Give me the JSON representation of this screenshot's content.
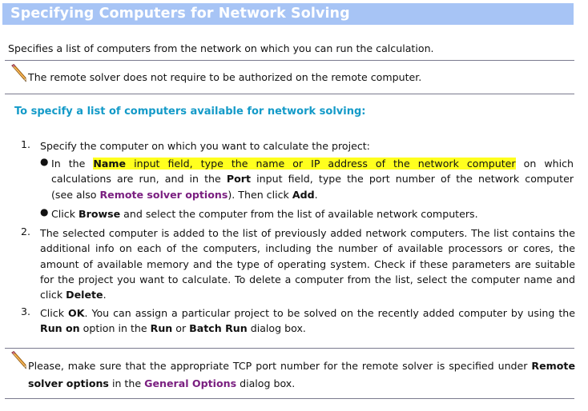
{
  "title": "Specifying Computers for Network Solving",
  "intro": "Specifies a list of computers from the network on which you can run the calculation.",
  "note1": "The remote solver does not require to be authorized on the remote computer.",
  "subheading": "To specify a list of computers available for network solving:",
  "steps": [
    {
      "number": "1.",
      "text": "Specify the computer on which you want to calculate the project:",
      "bullets": [
        {
          "b1_in_the": "In the ",
          "b1_name": "Name",
          "b1_highlight_rest": " input field, type the name or IP address of the network computer",
          "b1_on_which": " on which",
          "b1_line2_pre": "calculations are run, and in the ",
          "b1_port": "Port",
          "b1_line2_post": " input field, type the port number of the network computer",
          "b1_line3_pre": "(see also ",
          "b1_link": "Remote solver options",
          "b1_line3_mid": "). Then click ",
          "b1_add": "Add",
          "b1_line3_end": "."
        },
        {
          "b2_pre": "Click ",
          "b2_browse": "Browse",
          "b2_post": " and select the computer from the list of available network computers."
        }
      ]
    },
    {
      "number": "2.",
      "text_main": "The selected computer is added to the list of previously added network computers. The list contains the additional info on each of the computers, including the number of available processors or cores, the amount of available memory and the type of operating system. Check if these parameters are suitable for the project you want to calculate. To delete a computer from the list, select the computer name and click ",
      "delete": "Delete",
      "end": "."
    },
    {
      "number": "3.",
      "pre": "Click ",
      "ok": "OK",
      "mid1": ". You can assign a particular project to be solved on the recently added computer by using the ",
      "run_on": "Run on",
      "mid2": " option in the ",
      "run": "Run",
      "or": " or ",
      "batch_run": "Batch Run",
      "end": " dialog box."
    }
  ],
  "note2": {
    "pre": "Please, make sure that the appropriate TCP port number for the remote solver is specified under ",
    "bold": "Remote solver options",
    "mid": " in the ",
    "link": "General Options",
    "end": " dialog box."
  },
  "colors": {
    "title_bar": "#a7c4f5",
    "subheading": "#139ac8",
    "link": "#7a1f80",
    "highlight": "#ffff1e",
    "rule": "#7a7a8e"
  },
  "icons": [
    "pencil-icon"
  ]
}
